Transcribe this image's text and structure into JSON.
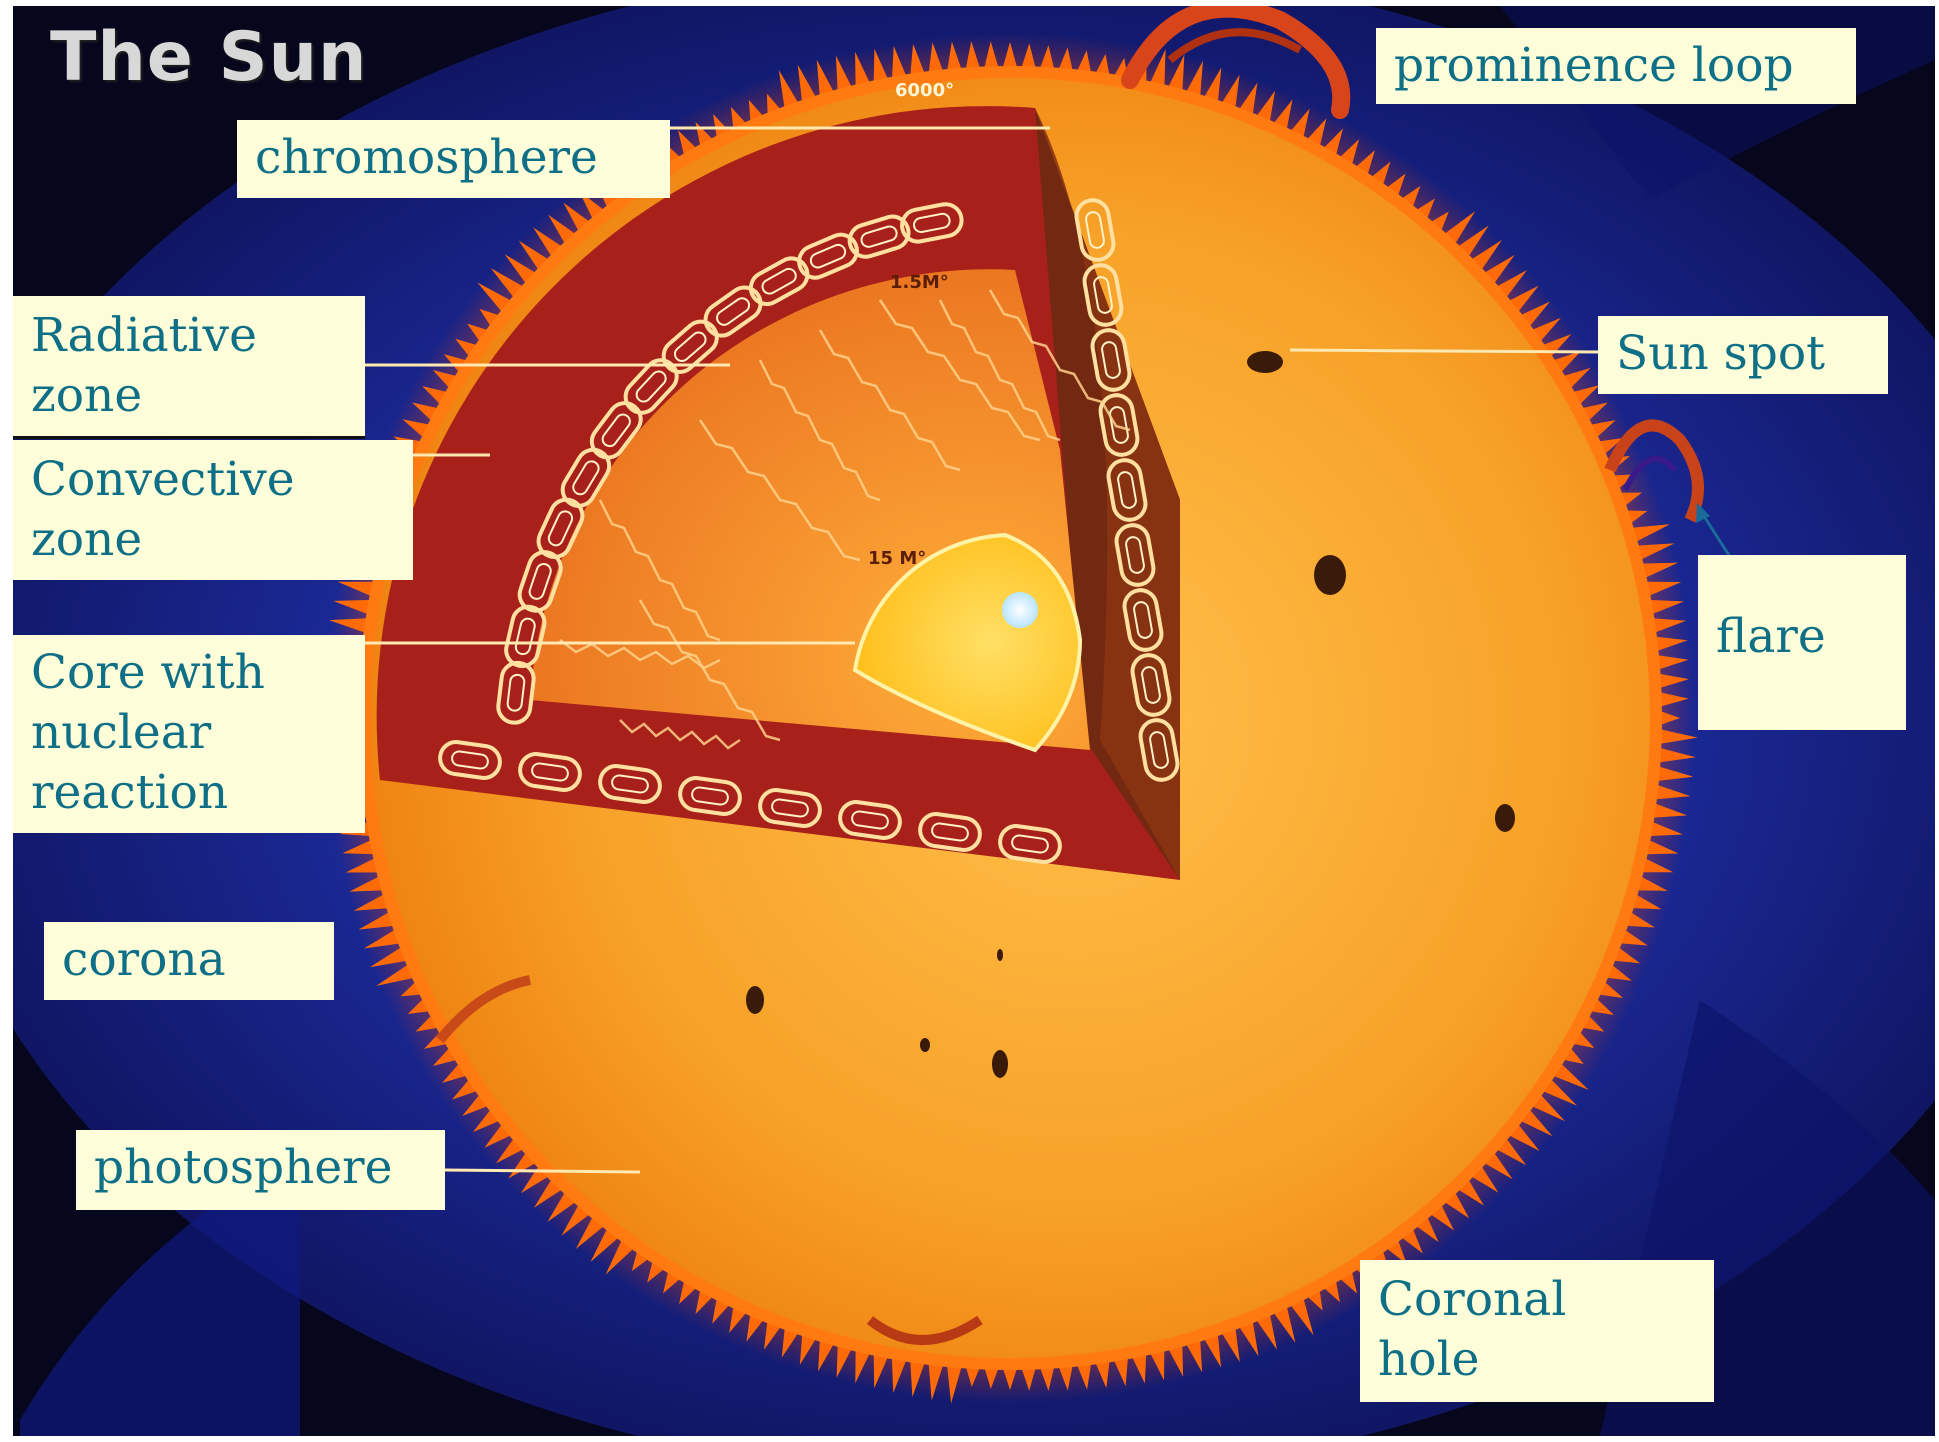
{
  "title": "The Sun",
  "temperatures": {
    "surface": "6000°",
    "radiative": "1.5M°",
    "core": "15 M°"
  },
  "labels": {
    "prominence_loop": "prominence loop",
    "chromosphere": "chromosphere",
    "radiative_zone_line1": "Radiative",
    "radiative_zone_line2": "zone",
    "convective_zone_line1": "Convective",
    "convective_zone_line2": "zone",
    "core_line1": "Core with",
    "core_line2": "nuclear",
    "core_line3": "reaction",
    "sun_spot": "Sun spot",
    "flare": "flare",
    "corona": "corona",
    "photosphere": "photosphere",
    "coronal_hole_line1": "Coronal",
    "coronal_hole_line2": "hole"
  },
  "colors": {
    "label_background": "#fdfdd9",
    "label_text": "#0e6f86",
    "space": "#0a0a2a",
    "corona_blue": "#1d2d9a",
    "photosphere": "#f5a623",
    "limb": "#ff7a10",
    "convective_zone": "#a8201a",
    "radiative_zone": "#f08a2a",
    "core": "#ffd23a"
  }
}
